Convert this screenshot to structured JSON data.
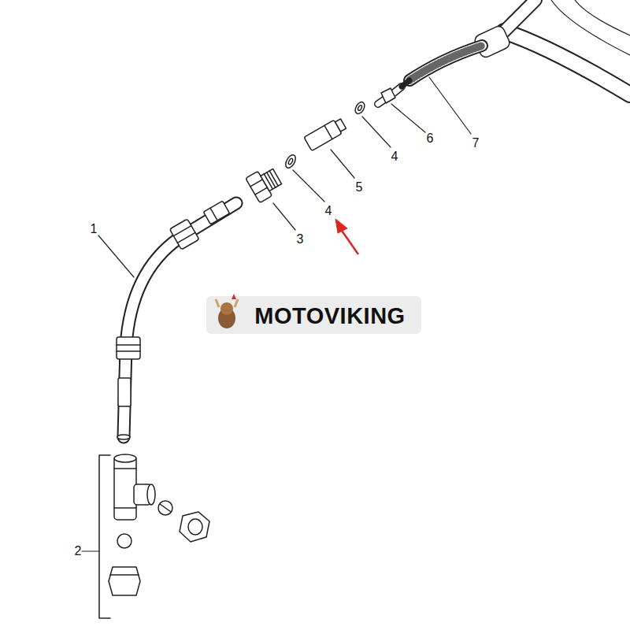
{
  "diagram": {
    "labels": [
      "1",
      "2",
      "3",
      "4",
      "4",
      "5",
      "6",
      "7",
      "MOTOVIKING"
    ]
  }
}
